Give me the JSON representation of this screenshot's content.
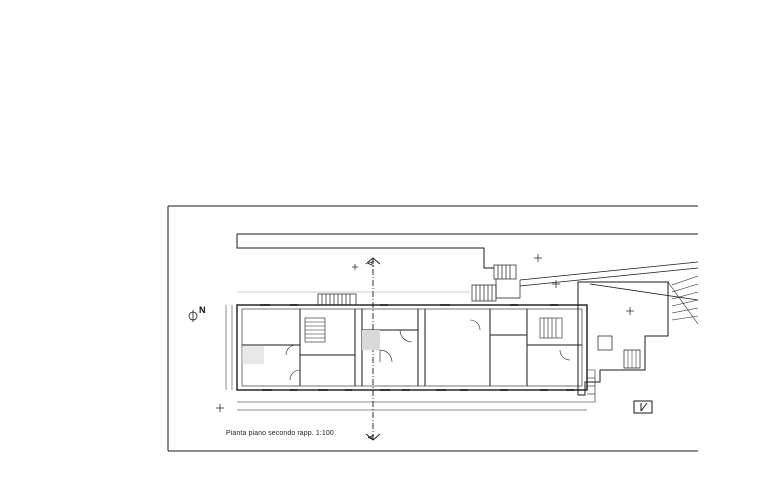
{
  "plan": {
    "caption": "Pianta piano secondo rapp. 1:100",
    "north_label": "N",
    "section_label": "A",
    "colors": {
      "line": "#1a1a1a",
      "fill": "#d9d9d9",
      "light": "#9a9a9a"
    }
  }
}
